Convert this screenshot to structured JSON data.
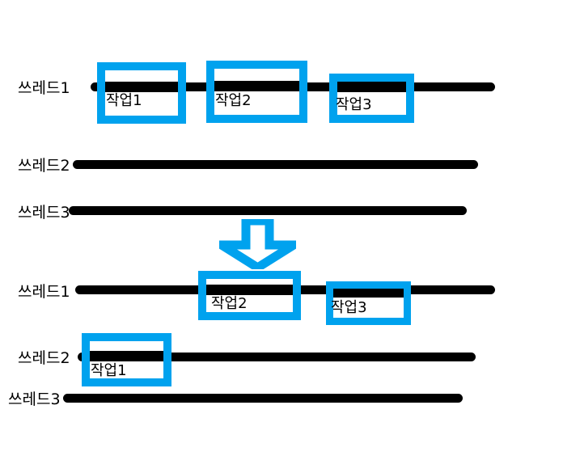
{
  "diagram": {
    "title": "Thread task migration diagram",
    "colors": {
      "accent_blue": "#00a2ee",
      "timeline_black": "#000000",
      "background": "#ffffff",
      "box_fill": "#ffffff"
    },
    "before": {
      "threads": [
        {
          "label": "쓰레드1",
          "tasks": [
            "작업1",
            "작업2",
            "작업3"
          ]
        },
        {
          "label": "쓰레드2",
          "tasks": []
        },
        {
          "label": "쓰레드3",
          "tasks": []
        }
      ]
    },
    "transition": {
      "icon": "down-arrow-icon"
    },
    "after": {
      "threads": [
        {
          "label": "쓰레드1",
          "tasks": [
            "작업2",
            "작업3"
          ]
        },
        {
          "label": "쓰레드2",
          "tasks": [
            "작업1"
          ]
        },
        {
          "label": "쓰레드3",
          "tasks": []
        }
      ]
    },
    "labels": {
      "thread1_top": "쓰레드1",
      "thread2_top": "쓰레드2",
      "thread3_top": "쓰레드3",
      "thread1_bottom": "쓰레드1",
      "thread2_bottom": "쓰레드2",
      "thread3_bottom": "쓰레드3",
      "task1_top": "작업1",
      "task2_top": "작업2",
      "task3_top": "작업3",
      "task2_bottom": "작업2",
      "task3_bottom": "작업3",
      "task1_bottom": "작업1"
    }
  }
}
